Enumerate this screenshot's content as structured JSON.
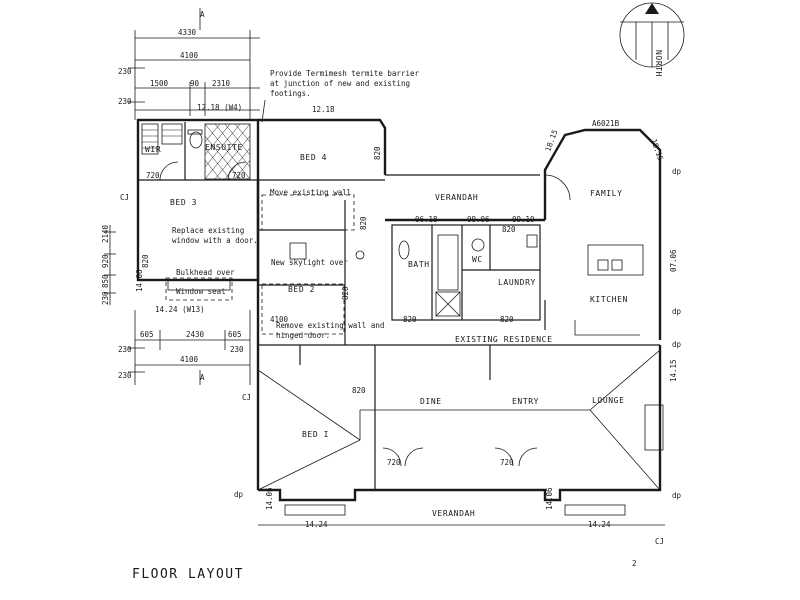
{
  "title": "FLOOR LAYOUT",
  "north_label": "NORTH",
  "section_marker": "A",
  "rooms": {
    "bed3": "BED 3",
    "wir": "WIR",
    "ensuite": "ENSUITE",
    "bed4": "BED 4",
    "bed2": "BED 2",
    "bed1": "BED I",
    "verandah_top": "VERANDAH",
    "bath": "BATH",
    "wc": "WC",
    "laundry": "LAUNDRY",
    "family": "FAMILY",
    "kitchen": "KITCHEN",
    "existing": "EXISTING RESIDENCE",
    "dine": "DINE",
    "entry": "ENTRY",
    "lounge": "LOUNGE",
    "verandah_bottom": "VERANDAH"
  },
  "notes": {
    "termite": [
      "Provide Termimesh termite barrier",
      "at junction of new and existing",
      "footings."
    ],
    "move_wall": "Move existing wall",
    "replace_window": [
      "Replace existing",
      "window with a door."
    ],
    "skylight": "New skylight over",
    "bulkhead": [
      "Bulkhead over",
      "Window seat"
    ],
    "remove_wall": [
      "Remove existing wall and",
      "hinged door."
    ]
  },
  "dims": {
    "d4330": "4330",
    "d4100_top": "4100",
    "d230a": "230",
    "d1500": "1500",
    "d90": "90",
    "d2310": "2310",
    "d230b": "230",
    "d1218a": "12.18 (W4)",
    "d1218b": "12.18",
    "d820_bed4": "820",
    "d720_wir": "720",
    "d720_ens": "720",
    "d820_bed3": "820",
    "d2140": "2140",
    "d920": "920",
    "d820_side": "820",
    "d850": "850",
    "d230c": "230",
    "d1406_w": "14.06",
    "d1424_w13": "14.24 (W13)",
    "d605a": "605",
    "d2430": "2430",
    "d605b": "605",
    "d230d": "230",
    "d4100_bot": "4100",
    "d230e": "230",
    "d230f": "230",
    "d4100_bed2": "4100",
    "d820_bed2": "820",
    "d820_bath": "820",
    "d820_laundry": "820",
    "d820_bed1": "820",
    "d618": "06.18",
    "d906": "09.06",
    "d910": "09.10",
    "d820_wc": "820",
    "d1815a": "18.15",
    "d1815b": "18.15",
    "d48021b": "A6021B",
    "d0706": "07.06",
    "d1415": "14.15",
    "d720_dine": "720",
    "d720_entry": "720",
    "d1406_bl": "14.06",
    "d1424_bl": "14.24",
    "d1406_br": "14.06",
    "d1424_br": "14.24",
    "dp1": "dp",
    "dp2": "dp",
    "dp3": "dp",
    "dp4": "dp",
    "dp5": "dp",
    "cj1": "CJ",
    "cj2": "CJ",
    "cj3": "CJ",
    "page_mark": "2"
  }
}
